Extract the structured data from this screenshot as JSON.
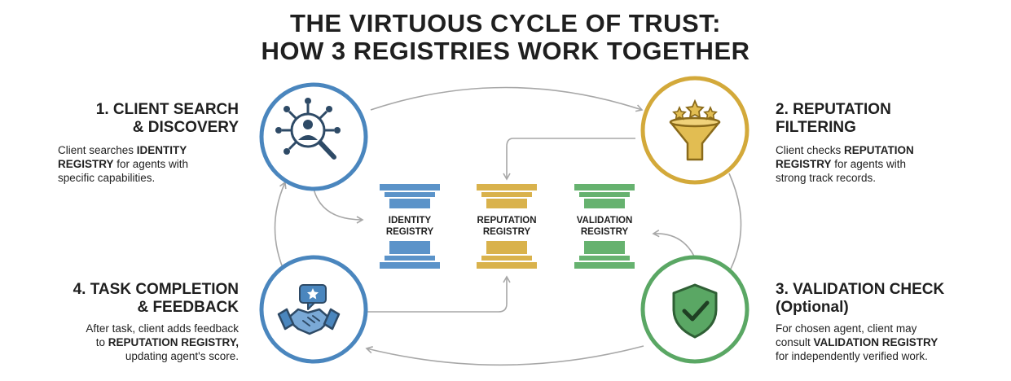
{
  "title": {
    "line1": "THE VIRTUOUS CYCLE OF TRUST:",
    "line2": "HOW 3 REGISTRIES WORK TOGETHER"
  },
  "steps": [
    {
      "id": "step1",
      "heading_line1": "1. CLIENT SEARCH",
      "heading_line2": "& DISCOVERY",
      "body": [
        {
          "pre": "Client searches ",
          "bold": "IDENTITY",
          "post": ""
        },
        {
          "pre": "",
          "bold": "REGISTRY",
          "post": " for agents with"
        },
        {
          "pre": "specific capabilities.",
          "bold": "",
          "post": ""
        }
      ],
      "icon": "network-search-icon",
      "color": "#4a86be"
    },
    {
      "id": "step2",
      "heading_line1": "2. REPUTATION",
      "heading_line2": "FILTERING",
      "body": [
        {
          "pre": "Client checks ",
          "bold": "REPUTATION",
          "post": ""
        },
        {
          "pre": "",
          "bold": "REGISTRY",
          "post": " for agents with"
        },
        {
          "pre": "strong track records.",
          "bold": "",
          "post": ""
        }
      ],
      "icon": "funnel-stars-icon",
      "color": "#d3a93a"
    },
    {
      "id": "step3",
      "heading_line1": "3. VALIDATION CHECK",
      "heading_line2": "(Optional)",
      "body": [
        {
          "pre": "For chosen agent, client may",
          "bold": "",
          "post": ""
        },
        {
          "pre": "consult ",
          "bold": "VALIDATION REGISTRY",
          "post": ""
        },
        {
          "pre": "for independently verified work.",
          "bold": "",
          "post": ""
        }
      ],
      "icon": "shield-check-icon",
      "color": "#5aa764"
    },
    {
      "id": "step4",
      "heading_line1": "4. TASK COMPLETION",
      "heading_line2": "& FEEDBACK",
      "body": [
        {
          "pre": "After task, client adds feedback",
          "bold": "",
          "post": ""
        },
        {
          "pre": "to ",
          "bold": "REPUTATION REGISTRY,",
          "post": ""
        },
        {
          "pre": "updating agent's score.",
          "bold": "",
          "post": ""
        }
      ],
      "icon": "handshake-star-icon",
      "color": "#4a86be"
    }
  ],
  "registries": [
    {
      "line1": "IDENTITY",
      "line2": "REGISTRY",
      "color": "#5b93c9"
    },
    {
      "line1": "REPUTATION",
      "line2": "REGISTRY",
      "color": "#d9b24c"
    },
    {
      "line1": "VALIDATION",
      "line2": "REGISTRY",
      "color": "#66b26f"
    }
  ],
  "colors": {
    "blue": "#4a86be",
    "gold": "#d3a93a",
    "green": "#5aa764",
    "arrow": "#a7a7a7",
    "icon_dark": "#2e4a66"
  }
}
